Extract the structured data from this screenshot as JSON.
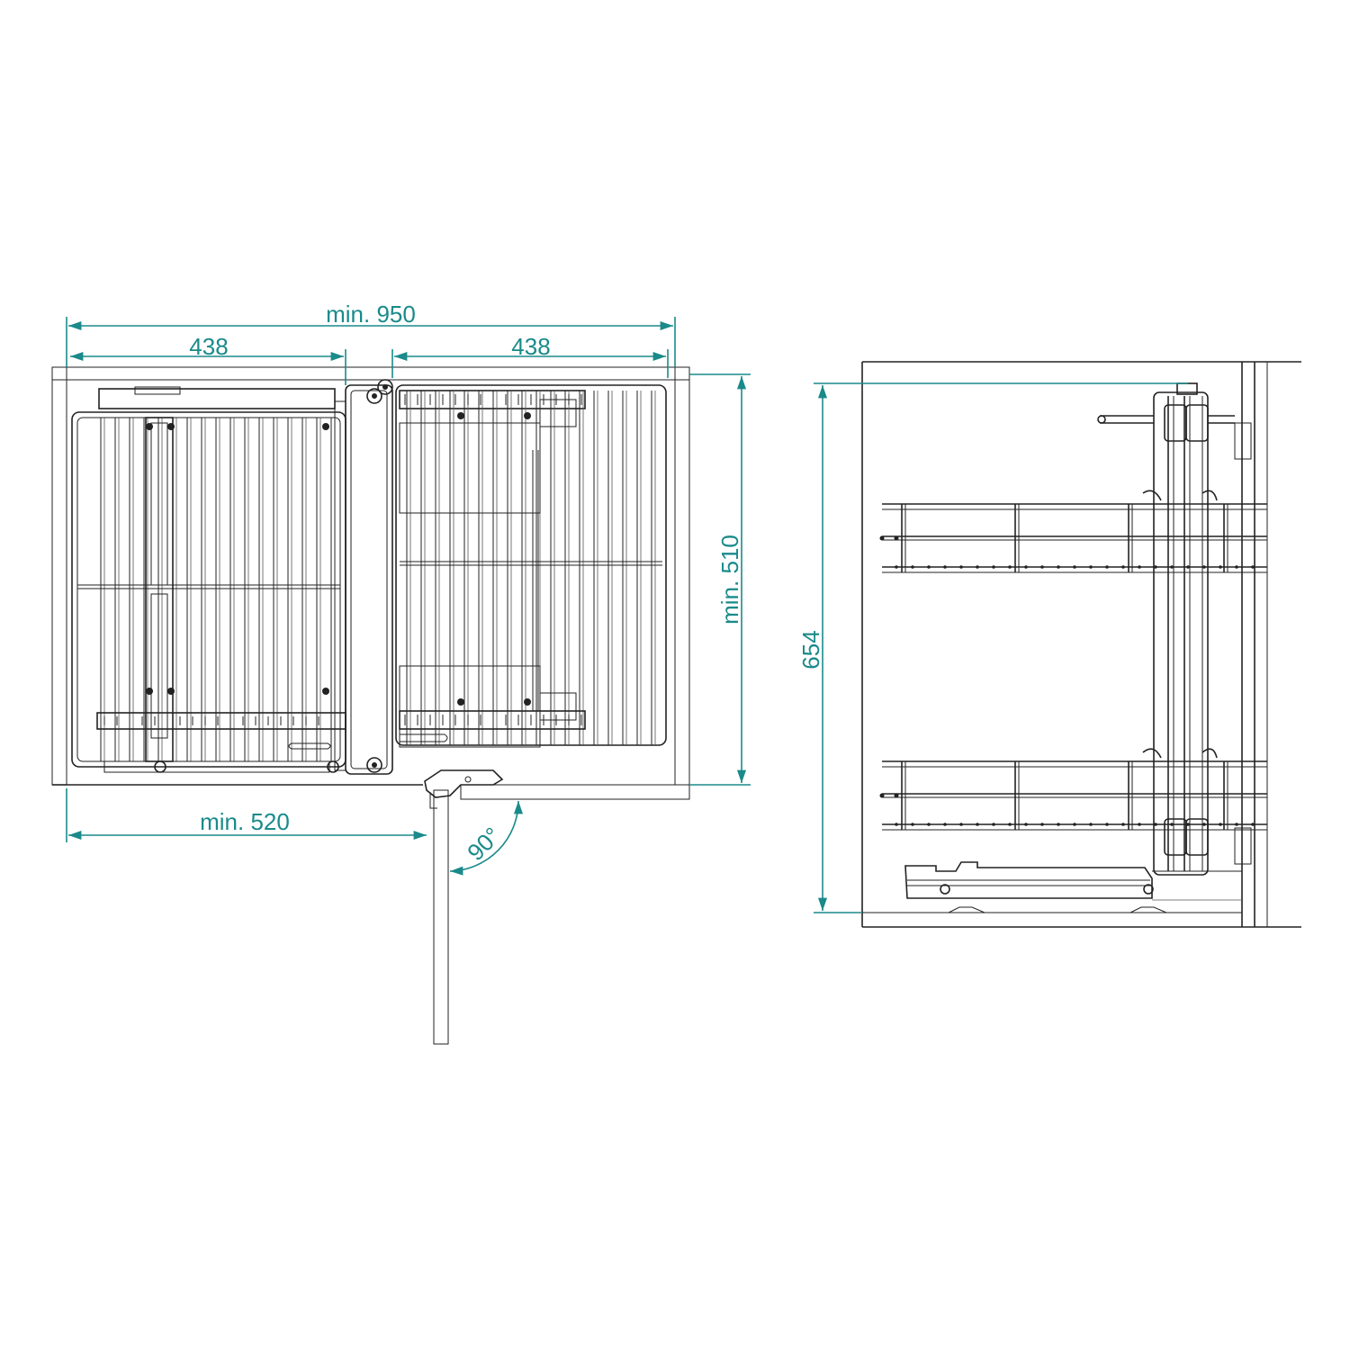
{
  "colors": {
    "dimension": "#1a8a8a",
    "outline": "#222222",
    "background": "#ffffff"
  },
  "dimensions": {
    "overall_width": "min. 950",
    "left_basket_width": "438",
    "right_basket_width": "438",
    "cabinet_depth": "min.  510",
    "door_offset": "min. 520",
    "door_angle": "90°",
    "unit_height": "654"
  }
}
